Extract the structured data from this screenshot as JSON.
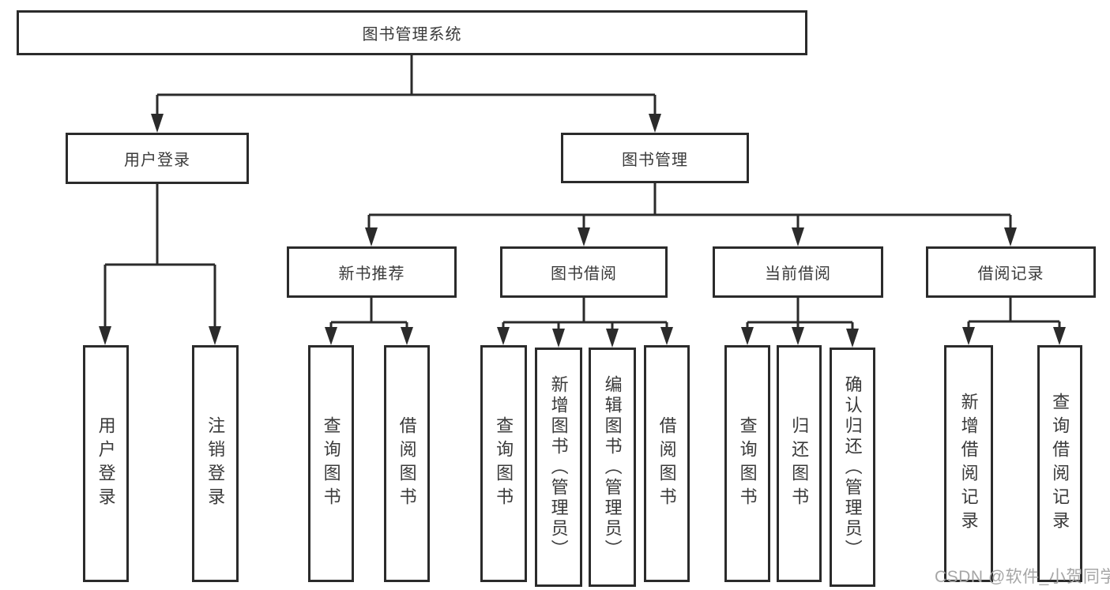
{
  "tree": {
    "root": {
      "label": "图书管理系统"
    },
    "branches": [
      {
        "label": "用户登录",
        "children": [
          {
            "label": "用户登录"
          },
          {
            "label": "注销登录"
          }
        ]
      },
      {
        "label": "图书管理",
        "children": [
          {
            "label": "新书推荐",
            "children": [
              {
                "label": "查询图书"
              },
              {
                "label": "借阅图书"
              }
            ]
          },
          {
            "label": "图书借阅",
            "children": [
              {
                "label": "查询图书"
              },
              {
                "label": "新增图书（管理员）"
              },
              {
                "label": "编辑图书（管理员）"
              },
              {
                "label": "借阅图书"
              }
            ]
          },
          {
            "label": "当前借阅",
            "children": [
              {
                "label": "查询图书"
              },
              {
                "label": "归还图书"
              },
              {
                "label": "确认归还（管理员）"
              }
            ]
          },
          {
            "label": "借阅记录",
            "children": [
              {
                "label": "新增借阅记录"
              },
              {
                "label": "查询借阅记录"
              }
            ]
          }
        ]
      }
    ]
  },
  "watermark": {
    "text": "CSDN @软件_小贺同学"
  },
  "colors": {
    "line": "#2b2b2b",
    "box_border": "#2b2b2b",
    "box_fill": "#ffffff",
    "text": "#3a3a3a",
    "watermark_text": "#a6a6a6",
    "background": "#ffffff"
  }
}
